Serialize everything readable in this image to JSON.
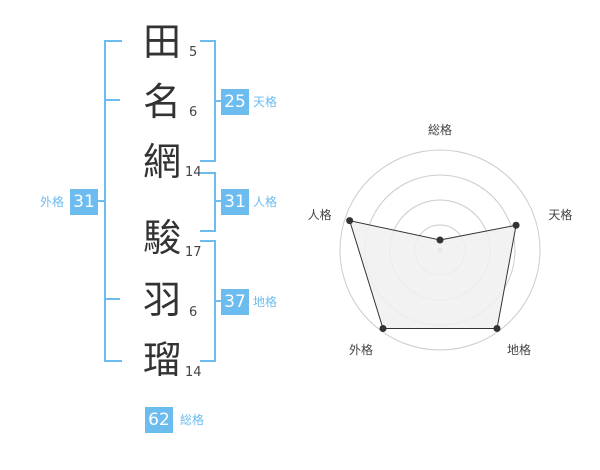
{
  "characters": [
    {
      "char": "田",
      "strokes": "5"
    },
    {
      "char": "名",
      "strokes": "6"
    },
    {
      "char": "網",
      "strokes": "14"
    },
    {
      "char": "駿",
      "strokes": "17"
    },
    {
      "char": "羽",
      "strokes": "6"
    },
    {
      "char": "瑠",
      "strokes": "14"
    }
  ],
  "scores": {
    "tenkaku": {
      "value": "25",
      "label": "天格"
    },
    "jinkaku": {
      "value": "31",
      "label": "人格"
    },
    "chikaku": {
      "value": "37",
      "label": "地格"
    },
    "gaikaku": {
      "value": "31",
      "label": "外格"
    },
    "soukaku": {
      "value": "62",
      "label": "総格"
    }
  },
  "colors": {
    "accent": "#6cbcf0",
    "radar_fill": "#f0f0f0",
    "radar_grid": "#cccccc"
  },
  "chart_data": {
    "type": "radar",
    "axes": [
      "総格",
      "天格",
      "地格",
      "外格",
      "人格"
    ],
    "values": [
      0.1,
      0.8,
      0.97,
      0.97,
      0.95
    ],
    "rings": 4
  }
}
